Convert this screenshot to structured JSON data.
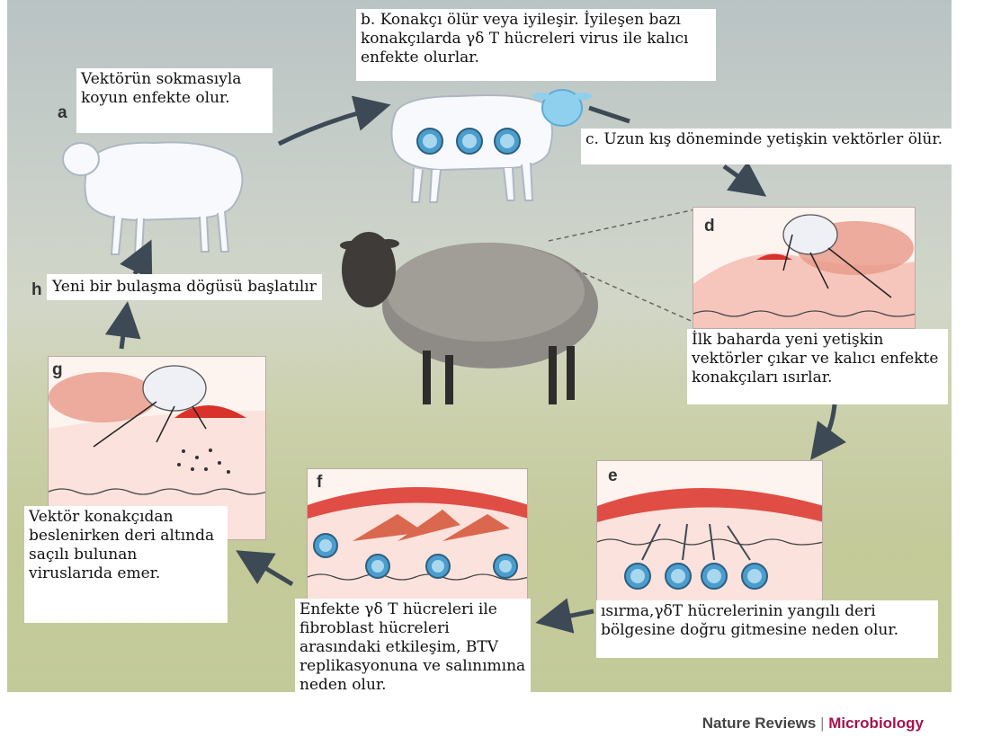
{
  "labels": {
    "a": "a",
    "d": "d",
    "e": "e",
    "f": "f",
    "g": "g",
    "h": "h"
  },
  "texts": {
    "a": "Vektörün sokmasıyla koyun enfekte olur.",
    "b": "b. Konakçı ölür veya iyileşir. İyileşen bazı konakçılarda γδ T hücreleri virus ile kalıcı enfekte olurlar.",
    "c": "c. Uzun kış döneminde yetişkin vektörler ölür.",
    "d": "İlk baharda yeni yetişkin vektörler çıkar ve kalıcı enfekte konakçıları ısırlar.",
    "e": "ısırma,γδT hücrelerinin yangılı deri bölgesine doğru gitmesine neden olur.",
    "f": "Enfekte γδ T hücreleri ile fibroblast hücreleri arasındaki etkileşim, BTV replikasyonuna ve salınımına neden olur.",
    "g": "Vektör konakçıdan beslenirken deri altında saçılı bulunan viruslarıda emer.",
    "h": "Yeni bir bulaşma dögüsü başlatılır"
  },
  "credit": {
    "journal": "Nature Reviews",
    "separator": "|",
    "section": "Microbiology"
  },
  "colors": {
    "skin": "#e8a89a",
    "inflamed": "#d9322a",
    "cell": "#7fb9d8",
    "arrow": "#3d4a55"
  }
}
